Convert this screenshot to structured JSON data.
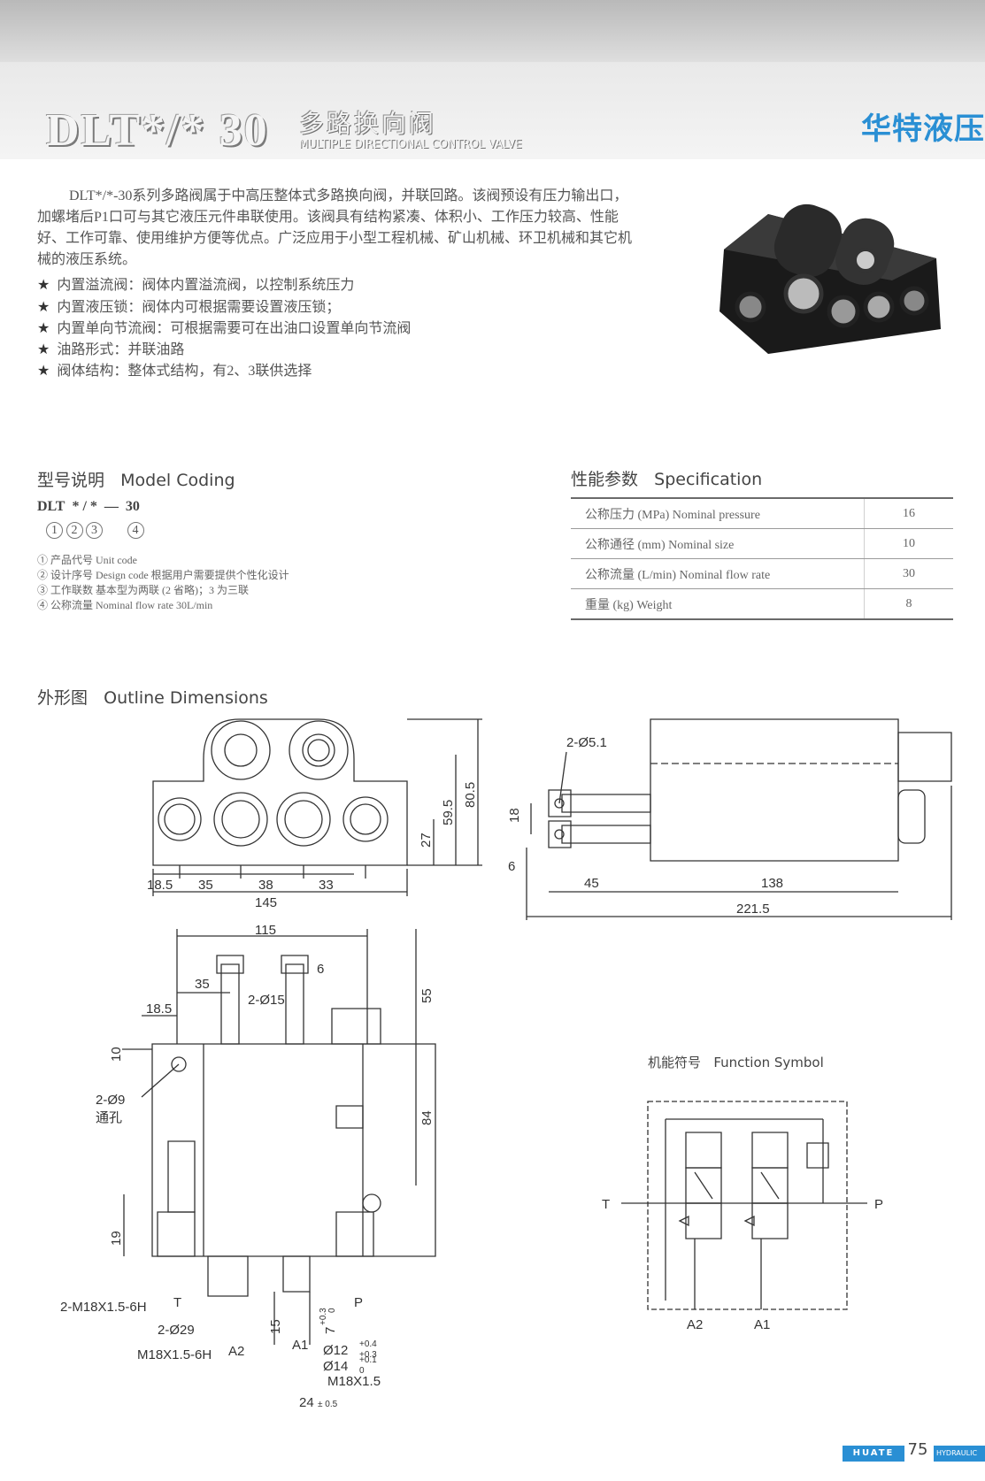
{
  "header": {
    "model": "DLT*/*  30",
    "title_cn": "多路换向阀",
    "title_en": "MULTIPLE DIRECTIONAL CONTROL VALVE",
    "brand": "华特液压"
  },
  "intro": {
    "paragraph": "DLT*/*-30系列多路阀属于中高压整体式多路换向阀，并联回路。该阀预设有压力输出口，加螺堵后P1口可与其它液压元件串联使用。该阀具有结构紧凑、体积小、工作压力较高、性能好、工作可靠、使用维护方便等优点。广泛应用于小型工程机械、矿山机械、环卫机械和其它机械的液压系统。",
    "bullets": [
      "内置溢流阀：阀体内置溢流阀，以控制系统压力",
      "内置液压锁：阀体内可根据需要设置液压锁；",
      "内置单向节流阀：可根据需要可在出油口设置单向节流阀",
      "油路形式：并联油路",
      "阀体结构：整体式结构，有2、3联供选择"
    ]
  },
  "model_coding": {
    "heading_cn": "型号说明",
    "heading_en": "Model Coding",
    "code_parts": [
      "DLT",
      "*",
      "/",
      "*",
      "—",
      "30"
    ],
    "code_numbers": [
      "1",
      "2",
      "3",
      "4"
    ],
    "notes": [
      "① 产品代号  Unit code",
      "② 设计序号  Design code   根据用户需要提供个性化设计",
      "③ 工作联数  基本型为两联 (2 省略)；3 为三联",
      "④ 公称流量  Nominal flow rate   30L/min"
    ]
  },
  "specification": {
    "heading_cn": "性能参数",
    "heading_en": "Specification",
    "rows": [
      {
        "label": "公称压力 (MPa)   Nominal pressure",
        "value": "16"
      },
      {
        "label": "公称通径 (mm)   Nominal size",
        "value": "10"
      },
      {
        "label": "公称流量 (L/min)    Nominal flow rate",
        "value": "30"
      },
      {
        "label": "重量 (kg)    Weight",
        "value": "8"
      }
    ]
  },
  "outline": {
    "heading_cn": "外形图",
    "heading_en": "Outline Dimensions",
    "front_dims": [
      "18.5",
      "35",
      "38",
      "33",
      "145",
      "27",
      "59.5",
      "80.5"
    ],
    "side_dims": [
      "2-Ø5.1",
      "18",
      "6",
      "45",
      "138",
      "221.5"
    ],
    "plan_dims": [
      "115",
      "35",
      "18.5",
      "2-Ø15",
      "6",
      "55",
      "10",
      "2-Ø9",
      "通孔",
      "84",
      "19",
      "2-M18X1.5-6H",
      "T",
      "P",
      "2-Ø29",
      "M18X1.5-6H",
      "A2",
      "A1",
      "15",
      "7",
      "+0.3",
      "0",
      "Ø12",
      "+0.4",
      "+0.3",
      "Ø14",
      "+0.1",
      "0",
      "M18X1.5",
      "24",
      "± 0.5"
    ]
  },
  "function_symbol": {
    "heading_cn": "机能符号",
    "heading_en": "Function Symbol",
    "ports": [
      "T",
      "P",
      "A2",
      "A1"
    ]
  },
  "footer": {
    "badge": "HUATE",
    "page": "75",
    "tail": "HYDRAULIC"
  }
}
